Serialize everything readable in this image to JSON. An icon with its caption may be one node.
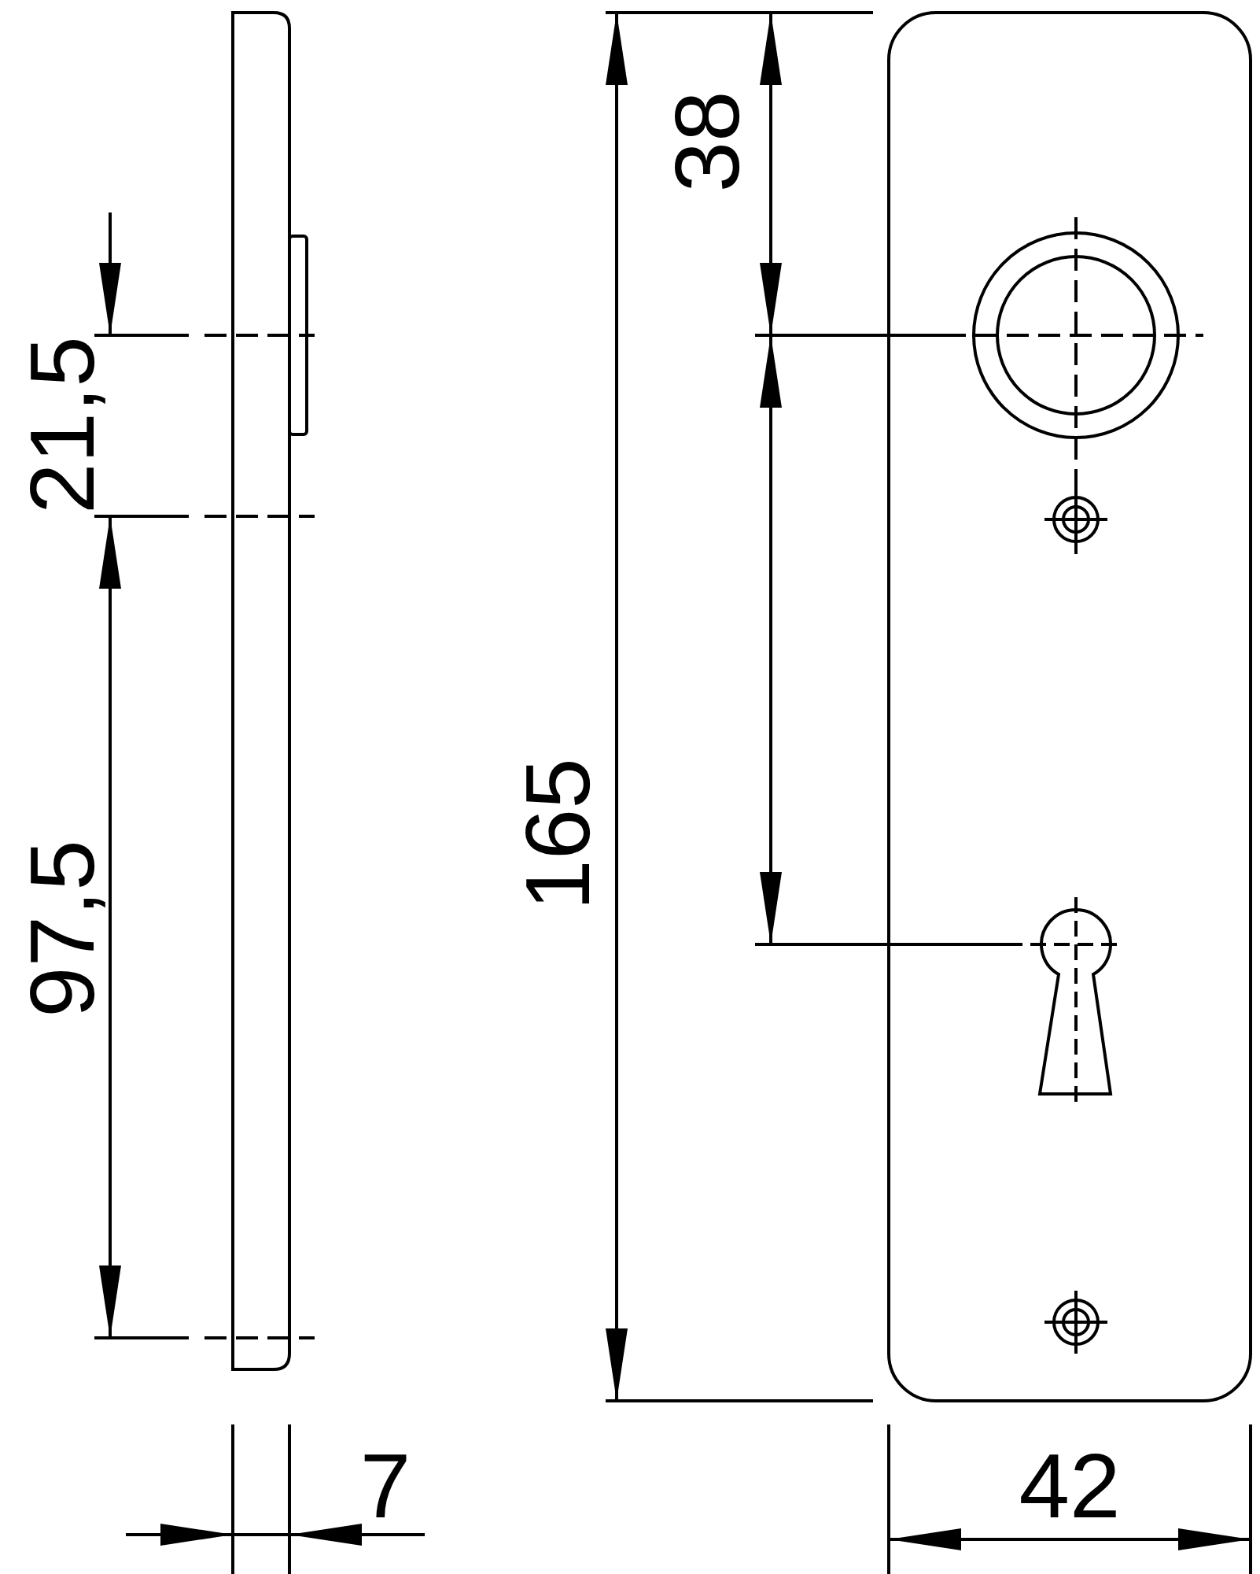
{
  "diagram": {
    "labels": [
      "38",
      "21,5",
      "165",
      "97,5",
      "7",
      "42"
    ]
  }
}
